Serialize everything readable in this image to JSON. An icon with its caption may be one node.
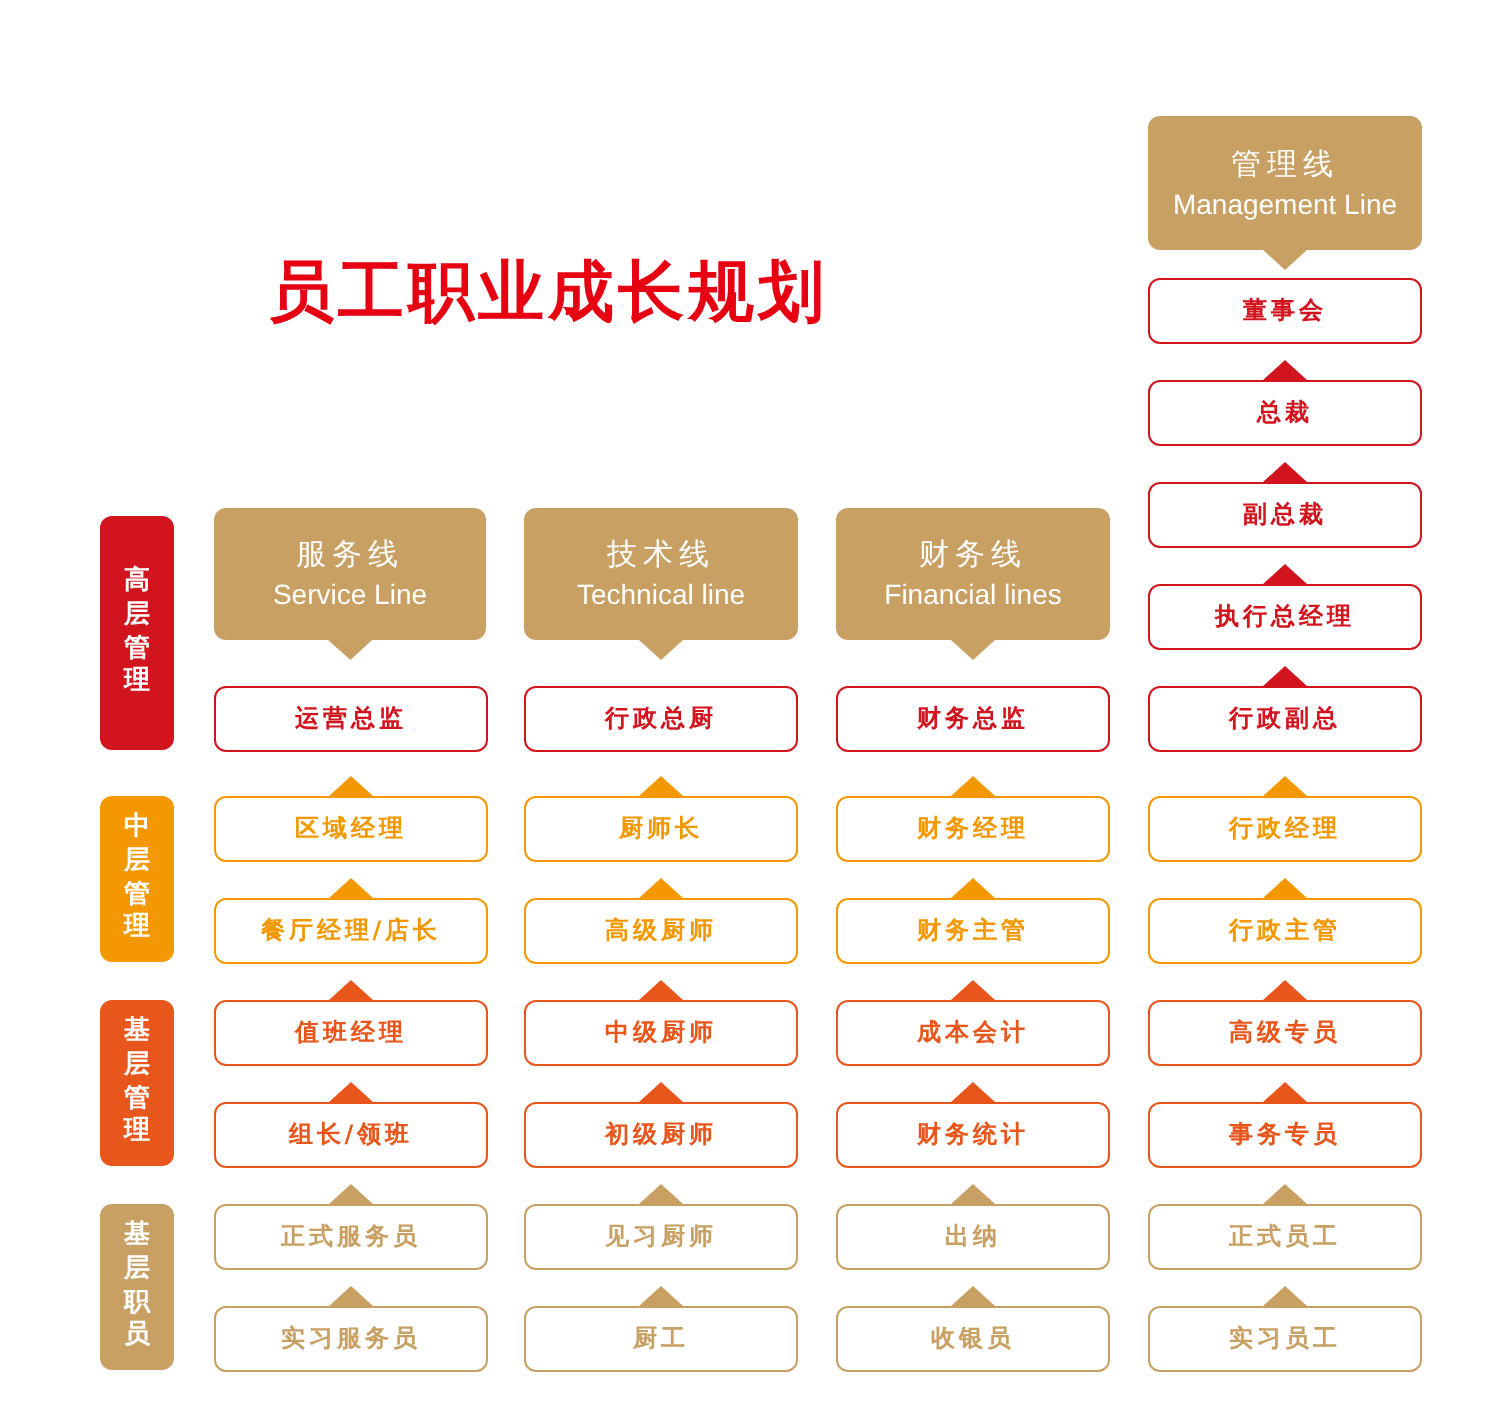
{
  "diagram": {
    "title": "员工职业成长规划",
    "nodes": [
      {
        "text": [
          "管理线",
          "Management Line"
        ]
      },
      {
        "text": [
          "董事会"
        ]
      },
      {
        "text": [
          "总裁"
        ]
      },
      {
        "text": [
          "副总裁"
        ]
      },
      {
        "text": [
          "服务线",
          "Service Line"
        ]
      },
      {
        "text": [
          "技术线",
          "Technical line"
        ]
      },
      {
        "text": [
          "财务线",
          "Financial lines"
        ]
      },
      {
        "text": [
          "执行总经理"
        ]
      },
      {
        "text": [
          "高层管理"
        ]
      },
      {
        "text": [
          "运营总监"
        ]
      },
      {
        "text": [
          "行政总厨"
        ]
      },
      {
        "text": [
          "财务总监"
        ]
      },
      {
        "text": [
          "行政副总"
        ]
      },
      {
        "text": [
          "中层管理"
        ]
      },
      {
        "text": [
          "区域经理"
        ]
      },
      {
        "text": [
          "厨师长"
        ]
      },
      {
        "text": [
          "财务经理"
        ]
      },
      {
        "text": [
          "行政经理"
        ]
      },
      {
        "text": [
          "餐厅经理/店长"
        ]
      },
      {
        "text": [
          "高级厨师"
        ]
      },
      {
        "text": [
          "财务主管"
        ]
      },
      {
        "text": [
          "行政主管"
        ]
      },
      {
        "text": [
          "基层管理"
        ]
      },
      {
        "text": [
          "值班经理"
        ]
      },
      {
        "text": [
          "中级厨师"
        ]
      },
      {
        "text": [
          "成本会计"
        ]
      },
      {
        "text": [
          "高级专员"
        ]
      },
      {
        "text": [
          "组长/领班"
        ]
      },
      {
        "text": [
          "初级厨师"
        ]
      },
      {
        "text": [
          "财务统计"
        ]
      },
      {
        "text": [
          "事务专员"
        ]
      },
      {
        "text": [
          "基层职员"
        ]
      },
      {
        "text": [
          "正式服务员"
        ]
      },
      {
        "text": [
          "见习厨师"
        ]
      },
      {
        "text": [
          "出纳"
        ]
      },
      {
        "text": [
          "正式员工"
        ]
      },
      {
        "text": [
          "实习服务员"
        ]
      },
      {
        "text": [
          "厨工"
        ]
      },
      {
        "text": [
          "收银员"
        ]
      },
      {
        "text": [
          "实习员工"
        ]
      }
    ],
    "edges": [
      {
        "from": 0,
        "to": 1,
        "arrow": "to"
      },
      {
        "from": 2,
        "to": 1,
        "arrow": "to",
        "color": "#d2141e"
      },
      {
        "from": 3,
        "to": 2,
        "arrow": "to",
        "color": "#d2141e"
      },
      {
        "from": 7,
        "to": 3,
        "arrow": "to",
        "color": "#d2141e"
      },
      {
        "from": 12,
        "to": 7,
        "arrow": "to",
        "color": "#d2141e"
      },
      {
        "from": 4,
        "to": 9,
        "arrow": "to"
      },
      {
        "from": 5,
        "to": 10,
        "arrow": "to"
      },
      {
        "from": 6,
        "to": 11,
        "arrow": "to"
      },
      {
        "from": 14,
        "to": 9,
        "arrow": "to",
        "color": "#f39800"
      },
      {
        "from": 15,
        "to": 10,
        "arrow": "to",
        "color": "#f39800"
      },
      {
        "from": 16,
        "to": 11,
        "arrow": "to",
        "color": "#f39800"
      },
      {
        "from": 17,
        "to": 12,
        "arrow": "to",
        "color": "#f39800"
      },
      {
        "from": 18,
        "to": 14,
        "arrow": "to",
        "color": "#f39800"
      },
      {
        "from": 19,
        "to": 15,
        "arrow": "to",
        "color": "#f39800"
      },
      {
        "from": 20,
        "to": 16,
        "arrow": "to",
        "color": "#f39800"
      },
      {
        "from": 21,
        "to": 17,
        "arrow": "to",
        "color": "#f39800"
      },
      {
        "from": 23,
        "to": 18,
        "arrow": "to",
        "color": "#e8561c"
      },
      {
        "from": 24,
        "to": 19,
        "arrow": "to",
        "color": "#e8561c"
      },
      {
        "from": 25,
        "to": 20,
        "arrow": "to",
        "color": "#e8561c"
      },
      {
        "from": 26,
        "to": 21,
        "arrow": "to",
        "color": "#e8561c"
      },
      {
        "from": 27,
        "to": 23,
        "arrow": "to",
        "color": "#e8561c"
      },
      {
        "from": 28,
        "to": 24,
        "arrow": "to",
        "color": "#e8561c"
      },
      {
        "from": 29,
        "to": 25,
        "arrow": "to",
        "color": "#e8561c"
      },
      {
        "from": 30,
        "to": 26,
        "arrow": "to",
        "color": "#e8561c"
      },
      {
        "from": 32,
        "to": 27,
        "arrow": "to"
      },
      {
        "from": 33,
        "to": 28,
        "arrow": "to"
      },
      {
        "from": 34,
        "to": 29,
        "arrow": "to"
      },
      {
        "from": 35,
        "to": 30,
        "arrow": "to"
      },
      {
        "from": 36,
        "to": 32,
        "arrow": "to"
      },
      {
        "from": 37,
        "to": 33,
        "arrow": "to"
      },
      {
        "from": 38,
        "to": 34,
        "arrow": "to"
      },
      {
        "from": 39,
        "to": 35,
        "arrow": "to"
      }
    ]
  }
}
